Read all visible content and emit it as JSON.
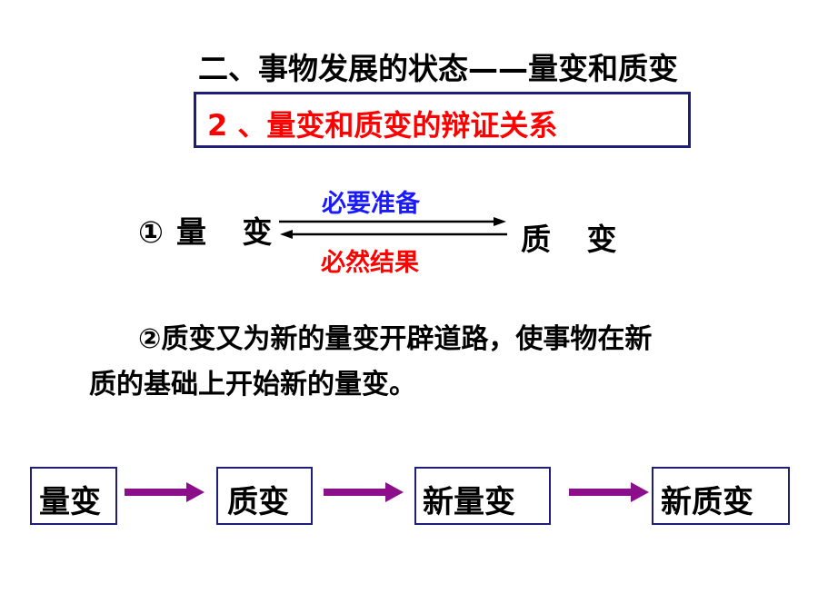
{
  "slide": {
    "title": "二、事物发展的状态——量变和质变",
    "subtitle": "2 、量变和质变的辩证关系",
    "relation": {
      "left_term": "①量 变",
      "right_term": "质 变",
      "top_label": "必要准备",
      "bottom_label": "必然结果"
    },
    "paragraph": {
      "line1": "②质变又为新的量变开辟道路，使事物在新",
      "line2": "质的基础上开始新的量变。"
    },
    "flow": {
      "steps": [
        "量变",
        "质变",
        "新量变",
        "新质变"
      ]
    }
  },
  "colors": {
    "subtitle_text": "#ff0000",
    "box_border": "#1f1f7a",
    "top_label": "#1a1aff",
    "bottom_label": "#ff0000",
    "flow_arrow": "#8b0f8b"
  },
  "icons": {
    "relation_arrows": "double-arrow-icon",
    "flow_arrow": "arrow-right-icon"
  }
}
